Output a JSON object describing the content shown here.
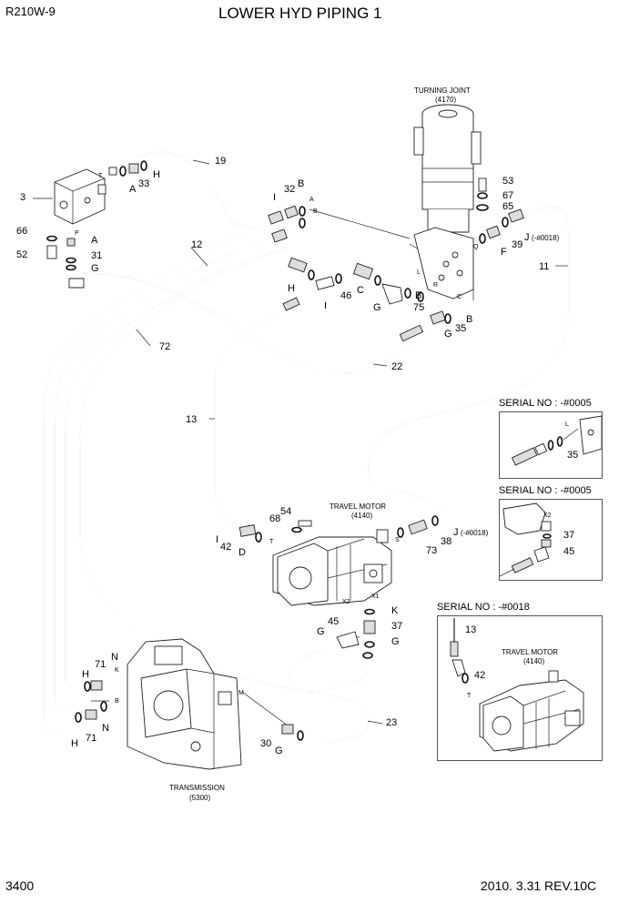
{
  "header": {
    "model": "R210W-9",
    "title": "LOWER HYD PIPING 1"
  },
  "footer": {
    "page": "3400",
    "revision": "2010. 3.31  REV.10C"
  },
  "components": {
    "turning_joint": "TURNING JOINT",
    "turning_joint_code": "(4170)",
    "travel_motor": "TRAVEL MOTOR",
    "travel_motor_code": "(4140)",
    "transmission": "TRANSMISSION",
    "transmission_code": "(5300)"
  },
  "inset_a": {
    "serial": "SERIAL NO : -#0005",
    "labels": [
      "L",
      "35"
    ]
  },
  "inset_b": {
    "serial": "SERIAL NO : -#0005",
    "labels": [
      "X2",
      "37",
      "45"
    ]
  },
  "inset_c": {
    "serial": "SERIAL NO : -#0018",
    "labels": [
      "13",
      "42",
      "T"
    ],
    "motor": "TRAVEL MOTOR",
    "motor_code": "(4140)"
  },
  "callouts": {
    "c19": "19",
    "c3": "3",
    "c33": "33",
    "cH1": "H",
    "cA1": "A",
    "cT1": "T",
    "cP1": "P",
    "c66": "66",
    "c52": "52",
    "cA2": "A",
    "c31": "31",
    "cG1": "G",
    "c12": "12",
    "c72": "72",
    "c13": "13",
    "c22": "22",
    "c11": "11",
    "c23": "23",
    "c32": "32",
    "cB1": "B",
    "cI1": "I",
    "cA3": "A",
    "cB2": "B",
    "cH2": "H",
    "c46": "46",
    "cC1": "C",
    "cG2": "G",
    "c75": "75",
    "cB3": "B",
    "cI2": "I",
    "cL1": "L",
    "cR1": "R",
    "cC2": "C",
    "cQ1": "Q",
    "c53": "53",
    "c67": "67",
    "c65": "65",
    "cJ1": "J",
    "c0018a": "(-#0018)",
    "c39": "39",
    "cF1": "F",
    "cB4": "B",
    "c35": "35",
    "cG3": "G",
    "c54": "54",
    "c68": "68",
    "cI3": "I",
    "c42": "42",
    "cD1": "D",
    "cT2": "T",
    "cS1": "S",
    "c73": "73",
    "c38": "38",
    "cJ2": "J",
    "c0018b": "(-#0018)",
    "cX1": "X1",
    "cX2": "X2",
    "cK1": "K",
    "c45": "45",
    "cG4": "G",
    "c37": "37",
    "cG5": "G",
    "c71a": "71",
    "cN1": "N",
    "cK2": "K",
    "cH3": "H",
    "cB5": "B",
    "cH4": "H",
    "cN2": "N",
    "c71b": "71",
    "cM1": "M",
    "c30": "30",
    "cG6": "G"
  },
  "colors": {
    "line": "#222222",
    "inset_border": "#555555",
    "background": "#ffffff"
  }
}
